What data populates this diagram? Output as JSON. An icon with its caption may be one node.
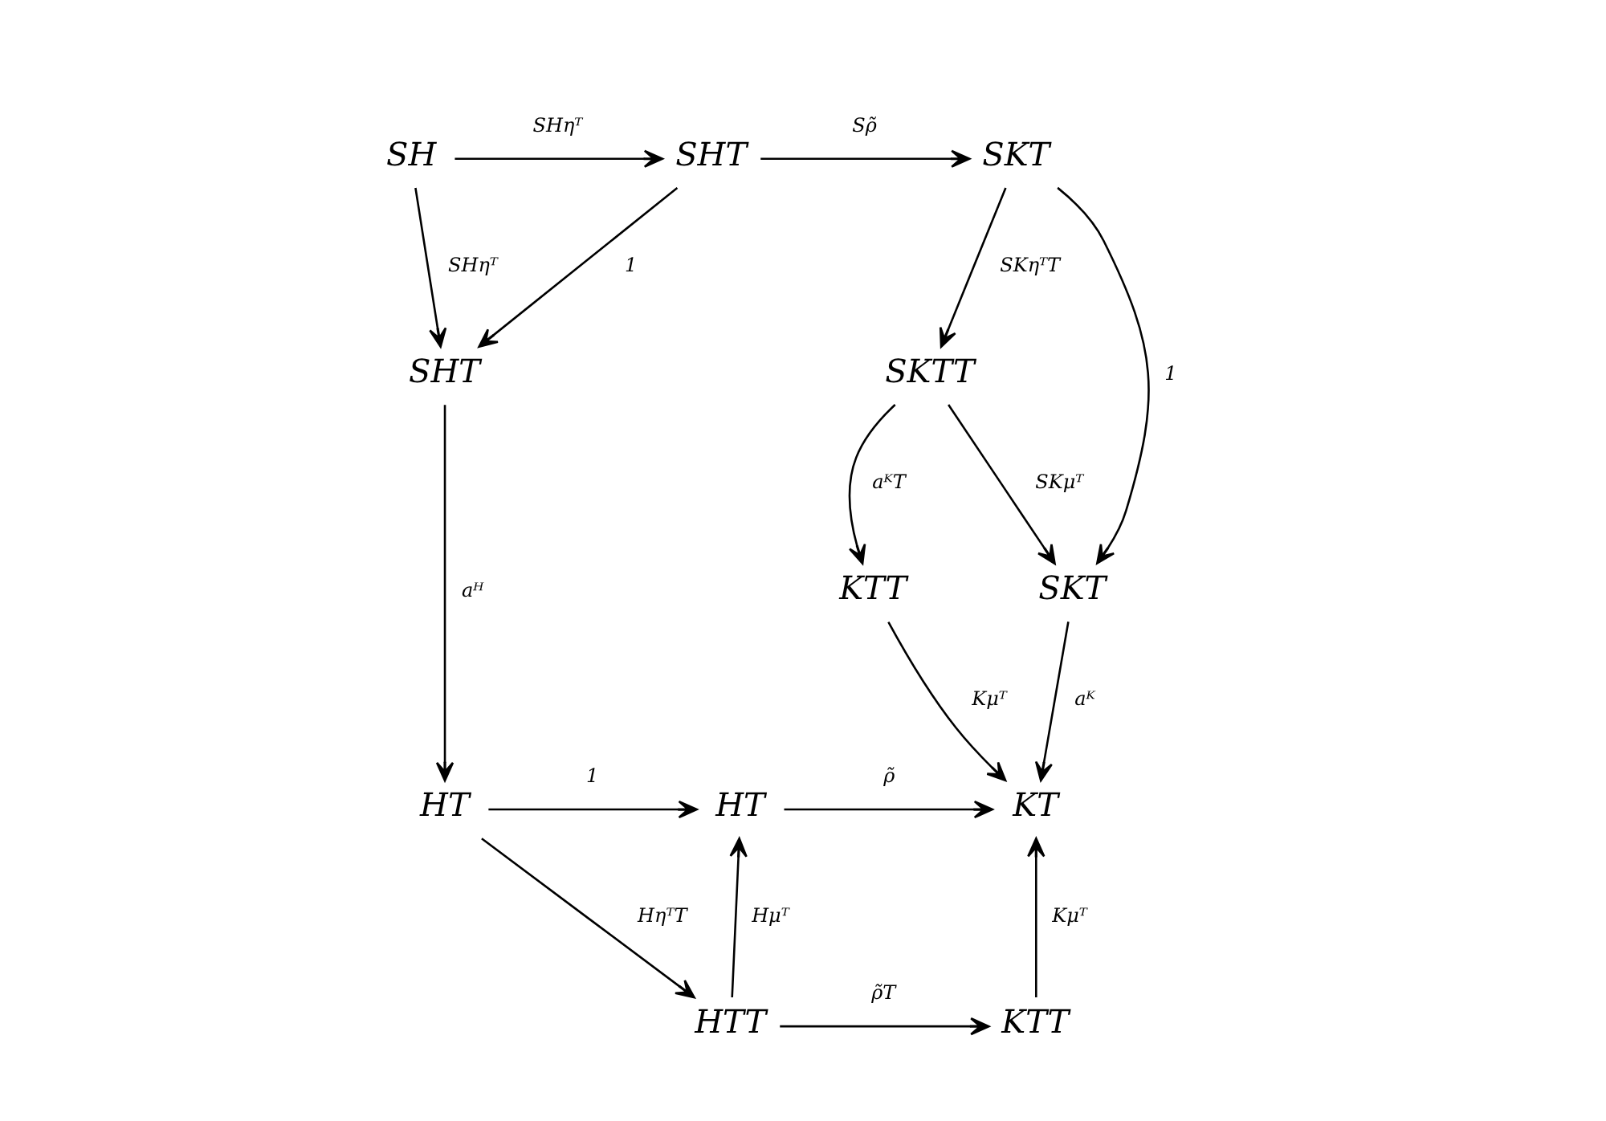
{
  "diagram": {
    "nodes": [
      {
        "text": [
          "SH"
        ]
      },
      {
        "text": [
          "SHT"
        ]
      },
      {
        "text": [
          "SKT"
        ]
      },
      {
        "text": [
          "SHT"
        ]
      },
      {
        "text": [
          "SKTT"
        ]
      },
      {
        "text": [
          "SKT"
        ]
      },
      {
        "text": [
          "KTT"
        ]
      },
      {
        "text": [
          "HT"
        ]
      },
      {
        "text": [
          "HT"
        ]
      },
      {
        "text": [
          "KT"
        ]
      },
      {
        "text": [
          "HTT"
        ]
      },
      {
        "text": [
          "KTT"
        ]
      }
    ],
    "edges": [
      {
        "from": 0,
        "to": 1,
        "arrow": "to",
        "label": "SHηᵀ"
      },
      {
        "from": 1,
        "to": 2,
        "arrow": "to",
        "label": "Sρ̃"
      },
      {
        "from": 0,
        "to": 3,
        "arrow": "to",
        "label": "SHηᵀ"
      },
      {
        "from": 1,
        "to": 3,
        "arrow": "to",
        "label": "1"
      },
      {
        "from": 2,
        "to": 5,
        "arrow": "to",
        "label": "1"
      },
      {
        "from": 2,
        "to": 4,
        "arrow": "to",
        "label": "SKηᵀT"
      },
      {
        "from": 4,
        "to": 5,
        "arrow": "to",
        "label": "SKμᵀ"
      },
      {
        "from": 4,
        "to": 6,
        "arrow": "to",
        "label": "aᴷT"
      },
      {
        "from": 3,
        "to": 7,
        "arrow": "to",
        "label": "aᴴ"
      },
      {
        "from": 5,
        "to": 9,
        "arrow": "to",
        "label": "aᴷ"
      },
      {
        "from": 6,
        "to": 9,
        "arrow": "to",
        "label": "Kμᵀ"
      },
      {
        "from": 7,
        "to": 8,
        "arrow": "to",
        "label": "1"
      },
      {
        "from": 8,
        "to": 9,
        "arrow": "to",
        "label": "ρ̃"
      },
      {
        "from": 7,
        "to": 10,
        "arrow": "to",
        "label": "HηᵀT"
      },
      {
        "from": 10,
        "to": 8,
        "arrow": "to",
        "label": "Hμᵀ"
      },
      {
        "from": 10,
        "to": 11,
        "arrow": "to",
        "label": "ρ̃T"
      },
      {
        "from": 11,
        "to": 9,
        "arrow": "to",
        "label": "Kμᵀ"
      }
    ]
  }
}
